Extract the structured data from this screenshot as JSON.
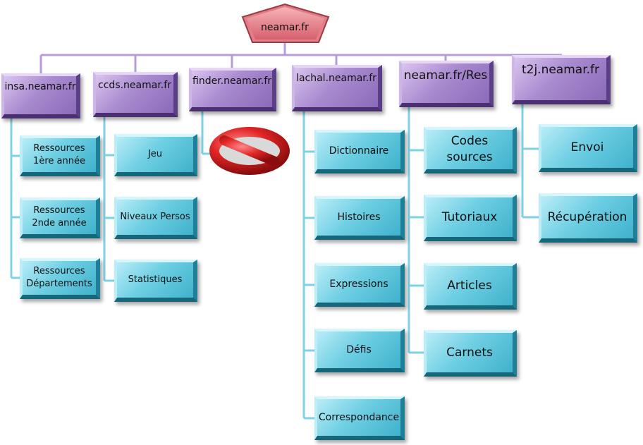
{
  "root": {
    "label": "neamar.fr"
  },
  "sites": [
    {
      "label": "insa.neamar.fr"
    },
    {
      "label": "ccds.neamar.fr"
    },
    {
      "label": "finder.neamar.fr"
    },
    {
      "label": "lachal.neamar.fr"
    },
    {
      "label": "neamar.fr/Res"
    },
    {
      "label": "t2j.neamar.fr"
    }
  ],
  "insa": [
    {
      "line1": "Ressources",
      "line2": "1ère année"
    },
    {
      "line1": "Ressources",
      "line2": "2nde année"
    },
    {
      "line1": "Ressources",
      "line2": "Départements"
    }
  ],
  "ccds": [
    {
      "label": "Jeu"
    },
    {
      "label": "Niveaux Persos"
    },
    {
      "label": "Statistiques"
    }
  ],
  "lachal": [
    {
      "label": "Dictionnaire"
    },
    {
      "label": "Histoires"
    },
    {
      "label": "Expressions"
    },
    {
      "label": "Défis"
    },
    {
      "label": "Correspondance"
    }
  ],
  "res": [
    {
      "label": "Codes sources"
    },
    {
      "label": "Tutoriaux"
    },
    {
      "label": "Articles"
    },
    {
      "label": "Carnets"
    }
  ],
  "t2j": [
    {
      "label": "Envoi"
    },
    {
      "label": "Récupération"
    }
  ],
  "colors": {
    "connector": "#b79dd8",
    "child_connector": "#7fd2e6",
    "root_fill": "#e07d86",
    "site_fill": "#a98bd0",
    "page_fill": "#6fcfe3",
    "forbidden_sign": "#d42020"
  },
  "icons": {
    "finder_status": "forbidden-sign-icon"
  }
}
